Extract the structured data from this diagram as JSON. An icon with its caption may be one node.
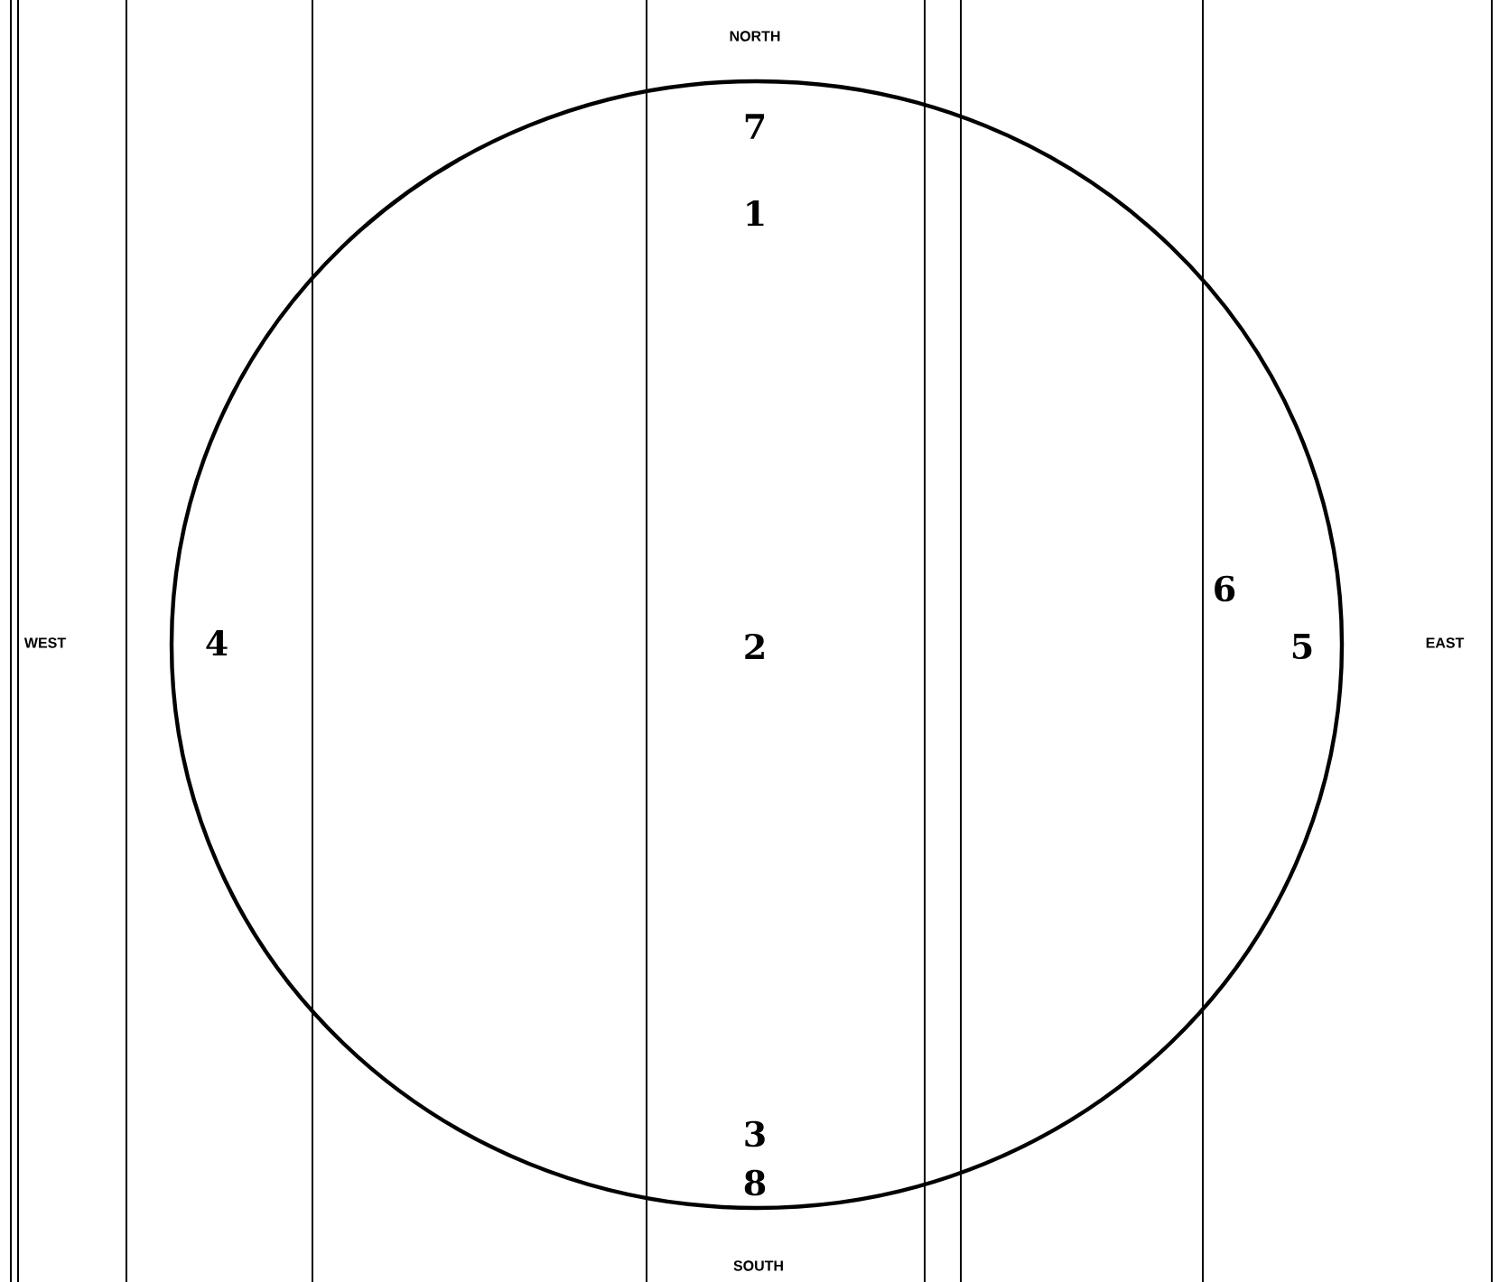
{
  "diagram": {
    "labels": [
      "NORTH",
      "7",
      "1",
      "6",
      "WEST",
      "4",
      "2",
      "5",
      "EAST",
      "3",
      "8",
      "SOUTH"
    ]
  }
}
